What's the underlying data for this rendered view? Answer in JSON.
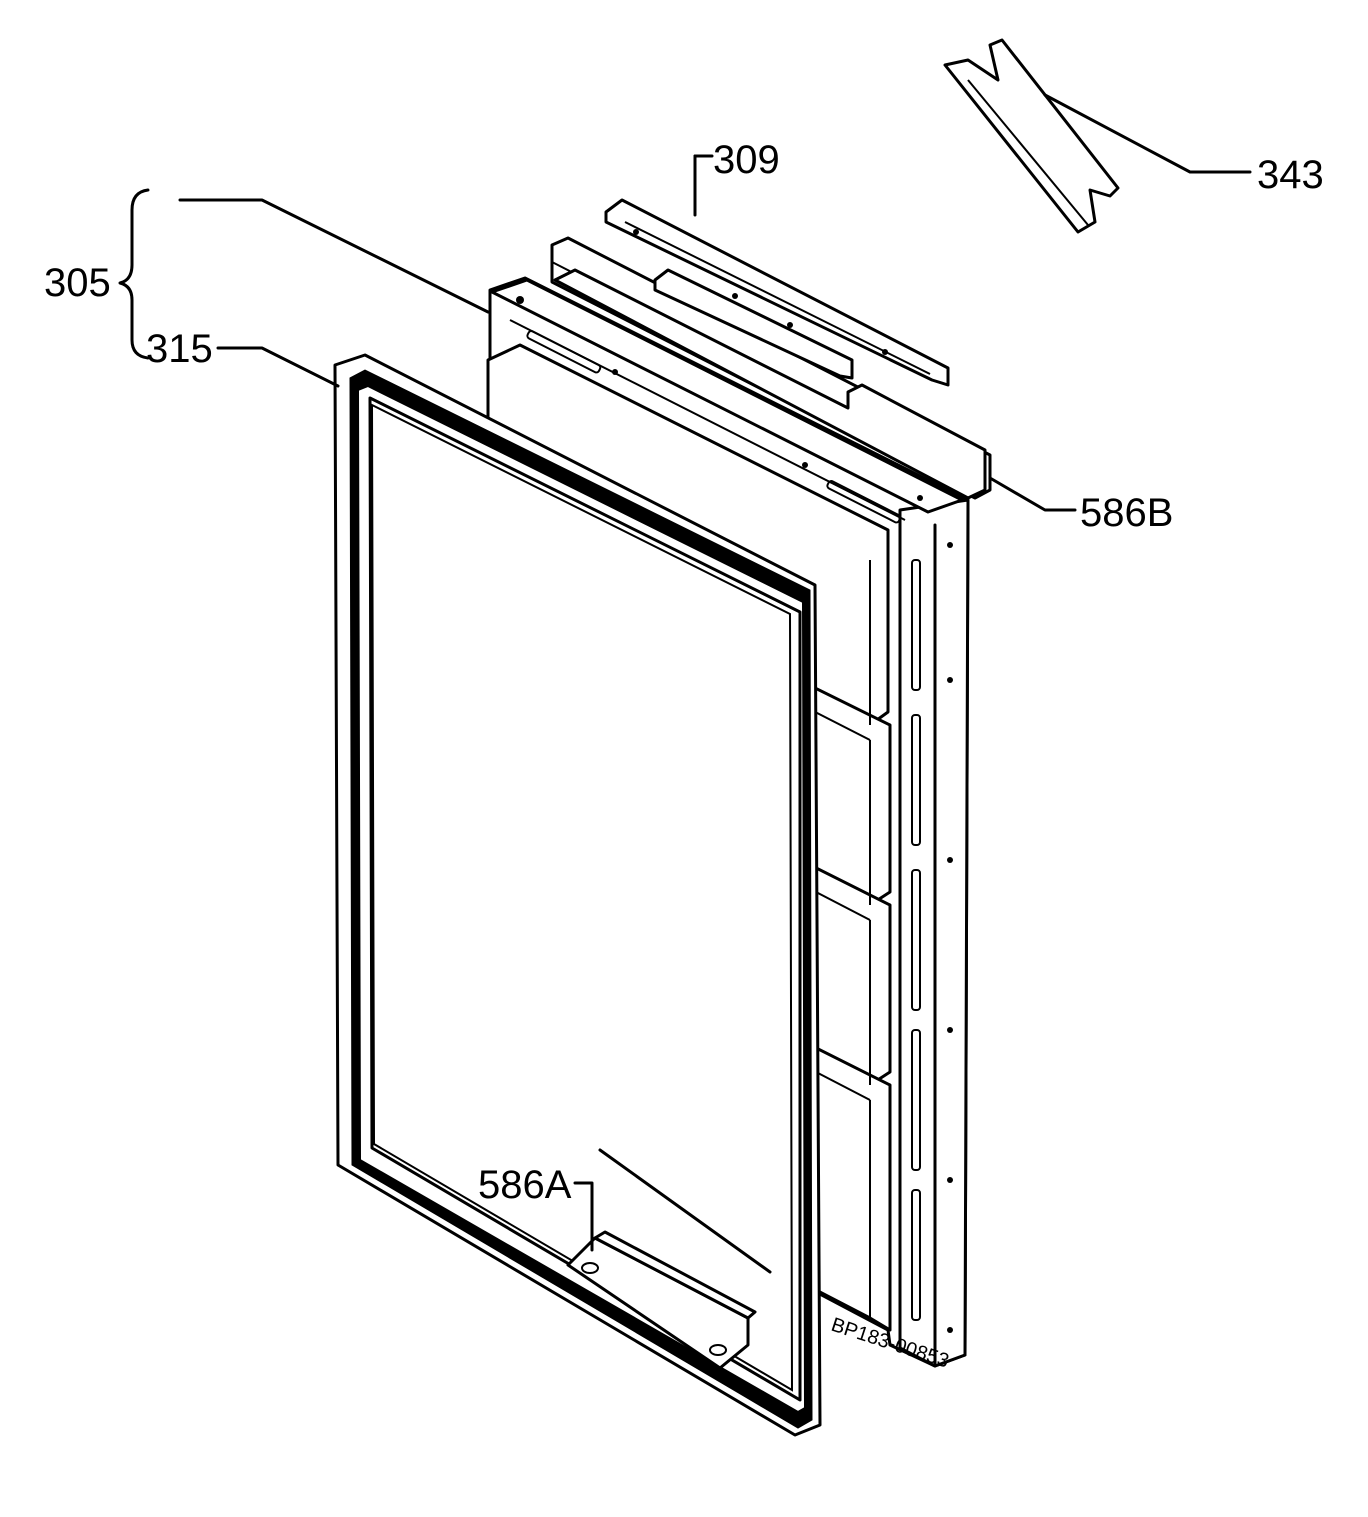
{
  "labels": {
    "assembly": "305",
    "gasket": "315",
    "top_cover": "309",
    "tool": "343",
    "hinge_top": "586B",
    "hinge_bottom": "586A",
    "drawing_code": "BP183-00853"
  },
  "colors": {
    "line": "#000000",
    "background": "#ffffff"
  }
}
